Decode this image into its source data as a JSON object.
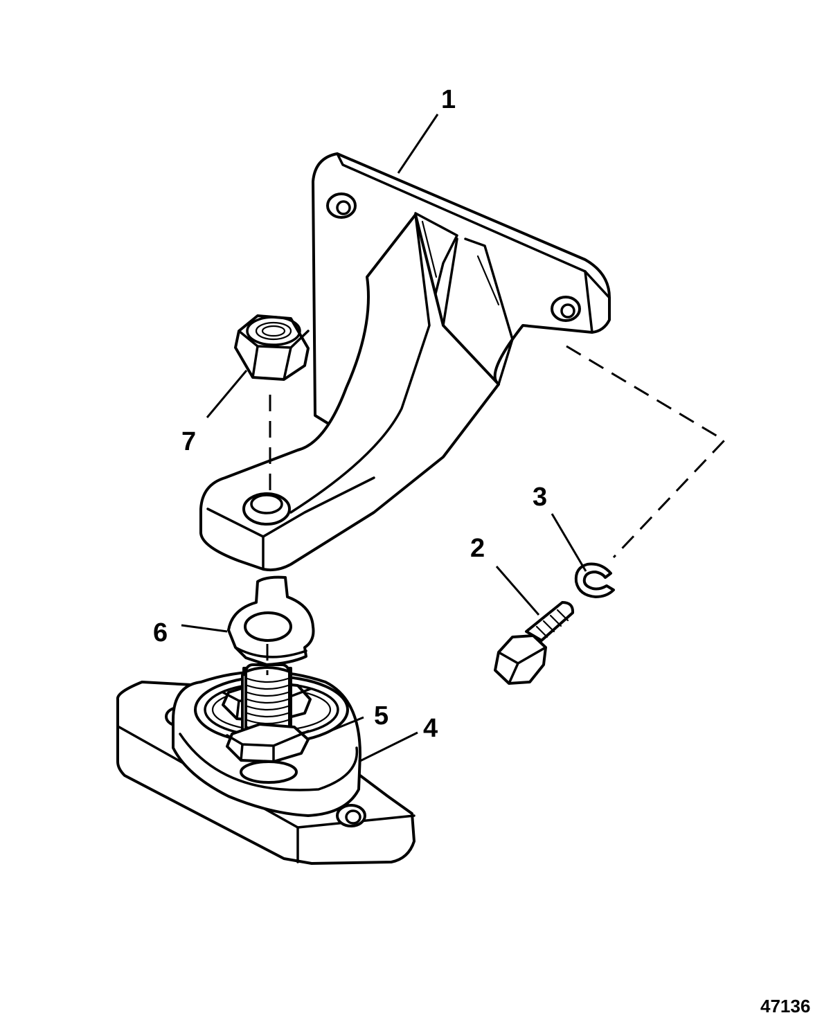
{
  "figure": {
    "figure_number": "47136",
    "callouts": [
      "1",
      "2",
      "3",
      "4",
      "5",
      "6",
      "7"
    ]
  },
  "icons": {
    "part_1": "engine-mount-bracket-icon",
    "part_2": "hex-bolt-icon",
    "part_3": "lock-washer-icon",
    "part_4": "rubber-mount-base-icon",
    "part_5": "jam-nut-icon",
    "part_6": "tab-washer-icon",
    "part_7": "hex-nut-icon"
  }
}
